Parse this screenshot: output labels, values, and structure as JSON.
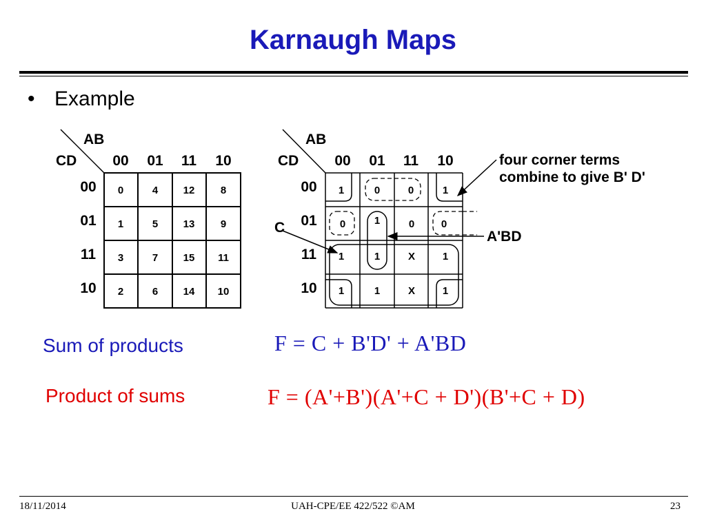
{
  "slide": {
    "title": "Karnaugh Maps",
    "bullet_marker": "•",
    "bullet": "Example"
  },
  "kmap1": {
    "row_var": "CD",
    "col_var": "AB",
    "col_labels": [
      "00",
      "01",
      "11",
      "10"
    ],
    "row_labels": [
      "00",
      "01",
      "11",
      "10"
    ],
    "cells": [
      [
        "0",
        "4",
        "12",
        "8"
      ],
      [
        "1",
        "5",
        "13",
        "9"
      ],
      [
        "3",
        "7",
        "15",
        "11"
      ],
      [
        "2",
        "6",
        "14",
        "10"
      ]
    ]
  },
  "kmap2": {
    "row_var": "CD",
    "col_var": "AB",
    "col_labels": [
      "00",
      "01",
      "11",
      "10"
    ],
    "row_labels": [
      "00",
      "01",
      "11",
      "10"
    ],
    "cells": [
      [
        "1",
        "0",
        "0",
        "1"
      ],
      [
        "0",
        "1",
        "0",
        "0"
      ],
      [
        "1",
        "1",
        "X",
        "1"
      ],
      [
        "1",
        "1",
        "X",
        "1"
      ]
    ],
    "annotation_corner_line1": "four corner terms",
    "annotation_corner_line2": "combine to give B' D'",
    "annotation_abd": "A'BD",
    "annotation_c": "C"
  },
  "equations": {
    "sop_label": "Sum of products",
    "sop_expr": "F = C + B'D' + A'BD",
    "pos_label": "Product of sums",
    "pos_expr": "F = (A'+B')(A'+C + D')(B'+C + D)"
  },
  "footer": {
    "date": "18/11/2014",
    "center": "UAH-CPE/EE 422/522 ©AM",
    "page": "23"
  },
  "colors": {
    "title": "#1a1ab8",
    "sop": "#1a1ab8",
    "pos": "#e00000"
  }
}
